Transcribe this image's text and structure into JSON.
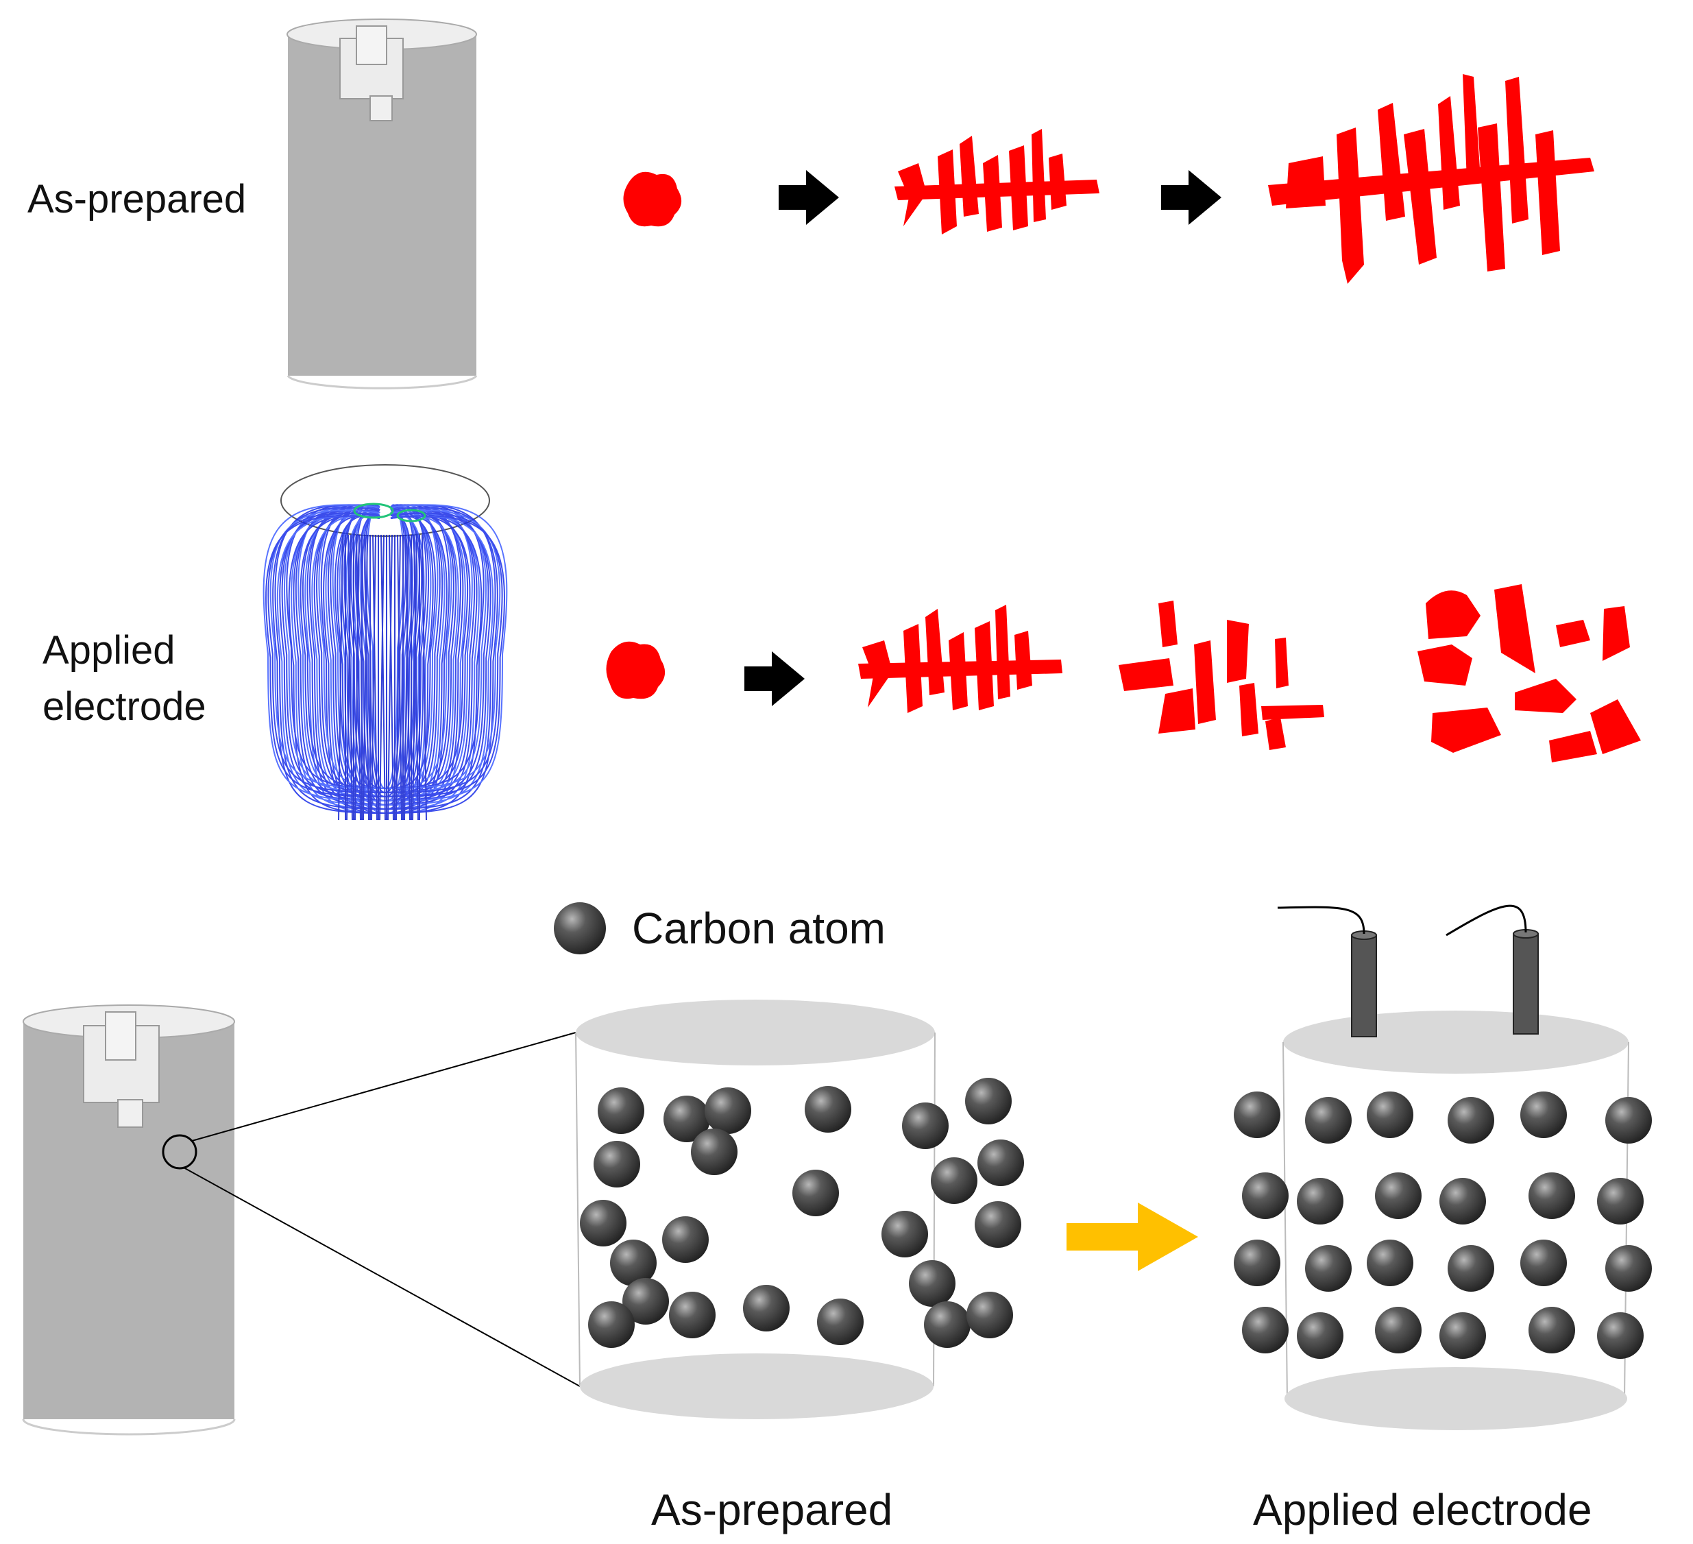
{
  "rows": {
    "top_label": "As-prepared",
    "middle_label_line1": "Applied",
    "middle_label_line2": "electrode"
  },
  "legend": {
    "label": "Carbon atom"
  },
  "bottom": {
    "left_caption": "As-prepared",
    "right_caption": "Applied electrode"
  },
  "colors": {
    "dendrite": "#ff0000",
    "arrow_black": "#000000",
    "arrow_yellow": "#ffc000",
    "electrolyte": "#b3b3b3",
    "streamlines": "#1a2ee8",
    "atom": "#3a3a3a",
    "cylinder_cap": "#d9d9d9"
  },
  "icons": [
    "right-arrow-icon",
    "carbon-atom-icon",
    "magnifier-circle-icon",
    "electrode-rod-icon"
  ]
}
